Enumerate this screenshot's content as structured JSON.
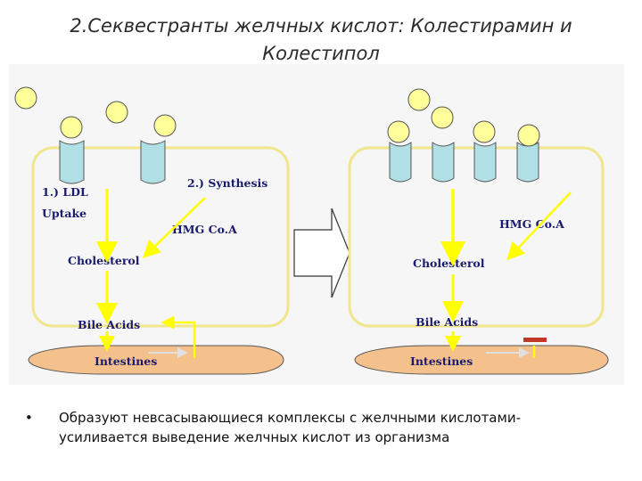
{
  "title": {
    "line1": "2.Секвестранты желчных кислот: Колестирамин и",
    "line2": "Колестипол"
  },
  "diagram": {
    "left": {
      "ldl_line1": "1.) LDL",
      "ldl_line2": "Uptake",
      "synthesis": "2.) Synthesis",
      "hmg": "HMG Co.A",
      "cholesterol": "Cholesterol",
      "bile_acids": "Bile Acids",
      "intestines": "Intestines"
    },
    "right": {
      "hmg": "HMG Co.A",
      "cholesterol": "Cholesterol",
      "bile_acids": "Bile Acids",
      "intestines": "Intestines"
    },
    "colors": {
      "cell_border": "#f0e68c",
      "receptor": "#b0e0e6",
      "ldl_particle": "#ffff99",
      "pathway_arrow": "#ffff00",
      "intestine_fill": "#f4c18c",
      "block_bar": "#c0392b"
    }
  },
  "bullets": [
    {
      "line1": "Образуют невсасывающиеся комплексы с желчными кислотами-",
      "line2": "усиливается выведение желчных кислот из организма"
    }
  ]
}
